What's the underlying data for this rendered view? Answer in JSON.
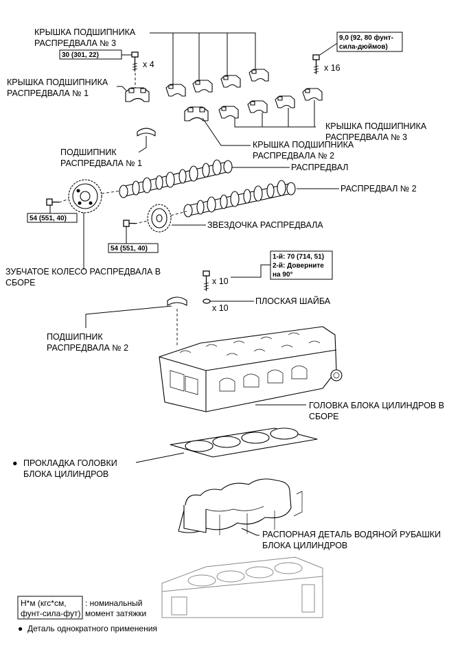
{
  "labels": {
    "bearing_cap_3_top_l1": "КРЫШКА ПОДШИПНИКА",
    "bearing_cap_3_top_l2": "РАСПРЕДВАЛА № 3",
    "bearing_cap_1_l1": "КРЫШКА ПОДШИПНИКА",
    "bearing_cap_1_l2": "РАСПРЕДВАЛА № 1",
    "bearing_cap_3_right_l1": "КРЫШКА ПОДШИПНИКА",
    "bearing_cap_3_right_l2": "РАСПРЕДВАЛА № 3",
    "bearing_cap_2_l1": "КРЫШКА ПОДШИПНИКА",
    "bearing_cap_2_l2": "РАСПРЕДВАЛА № 2",
    "bearing_1_l1": "ПОДШИПНИК",
    "bearing_1_l2": "РАСПРЕДВАЛА № 1",
    "camshaft": "РАСПРЕДВАЛ",
    "camshaft_2": "РАСПРЕДВАЛ № 2",
    "sprocket": "ЗВЕЗДОЧКА РАСПРЕДВАЛА",
    "timing_gear_l1": "ЗУБЧАТОЕ КОЛЕСО РАСПРЕДВАЛА В",
    "timing_gear_l2": "СБОРЕ",
    "plain_washer": "ПЛОСКАЯ ШАЙБА",
    "bearing_2_l1": "ПОДШИПНИК",
    "bearing_2_l2": "РАСПРЕДВАЛА № 2",
    "cyl_head_l1": "ГОЛОВКА БЛОКА ЦИЛИНДРОВ В",
    "cyl_head_l2": "СБОРЕ",
    "gasket_l1": "ПРОКЛАДКА ГОЛОВКИ",
    "gasket_l2": "БЛОКА ЦИЛИНДРОВ",
    "spacer_l1": "РАСПОРНАЯ ДЕТАЛЬ ВОДЯНОЙ РУБАШКИ",
    "spacer_l2": "БЛОКА ЦИЛИНДРОВ"
  },
  "torques": {
    "cap1_bolt": "30 (301, 22)",
    "cap_bolts_l1": "9,0 (92, 80 фунт-",
    "cap_bolts_l2": "сила-дюймов)",
    "gear_bolt": "54 (551, 40)",
    "sprocket_bolt": "54 (551, 40)",
    "head_bolt_l1": "1-й: 70 (714, 51)",
    "head_bolt_l2": "2-й: Доверните",
    "head_bolt_l3": "на 90°"
  },
  "quantities": {
    "cap1_bolts": "x 4",
    "cap_bolts": "x 16",
    "head_bolts": "x 10",
    "washers": "x 10"
  },
  "legend": {
    "unit_l1": "Н*м (кгс*см,",
    "unit_l2": "фунт-сила-фут)",
    "unit_desc_l1": ": номинальный",
    "unit_desc_l2": "момент затяжки",
    "non_reusable_bullet": "●",
    "non_reusable": "Деталь однократного применения"
  },
  "markers": {
    "gasket_bullet": "●"
  }
}
